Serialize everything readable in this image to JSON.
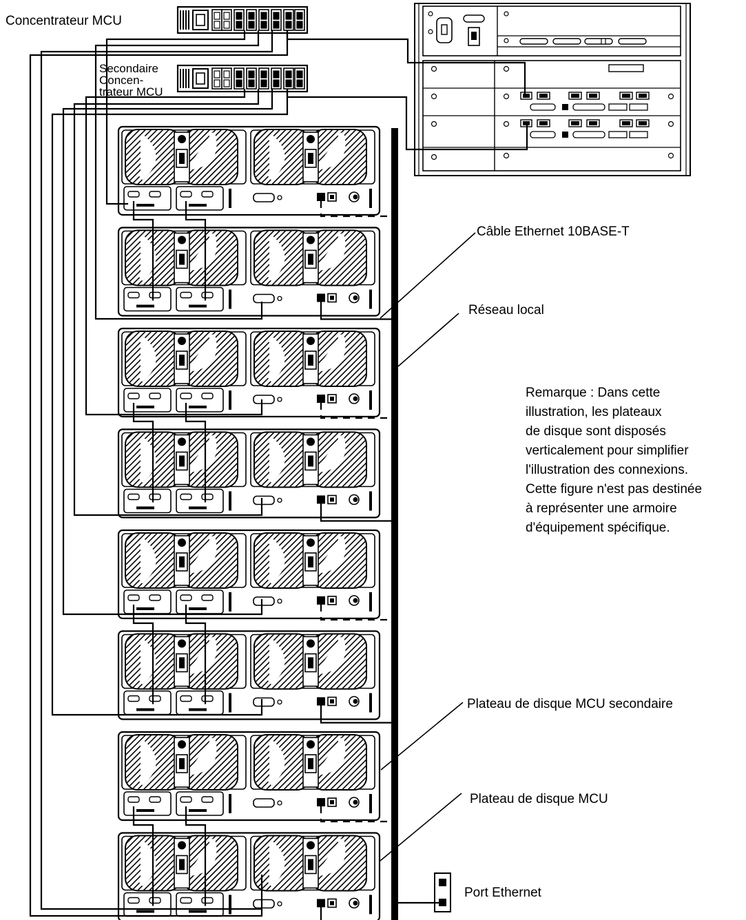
{
  "labels": {
    "concentrator": "Concentrateur MCU",
    "secondary_line1": "Secondaire",
    "secondary_line2": "Concen-",
    "secondary_line3": "trateur MCU",
    "ethernet_cable": "Câble Ethernet 10BASE-T",
    "local_network": "Réseau local",
    "secondary_tray": "Plateau de disque MCU secondaire",
    "mcu_tray": "Plateau de disque MCU",
    "ethernet_port": "Port Ethernet"
  },
  "note": {
    "lines": [
      "Remarque : Dans cette",
      "illustration, les plateaux",
      "de disque sont disposés",
      "verticalement pour simplifier",
      "l'illustration des connexions.",
      "Cette figure n'est pas destinée",
      "à représenter une armoire",
      "d'équipement spécifique."
    ]
  },
  "trays": {
    "count": 8
  },
  "colors": {
    "line": "#000000",
    "background": "#ffffff"
  }
}
